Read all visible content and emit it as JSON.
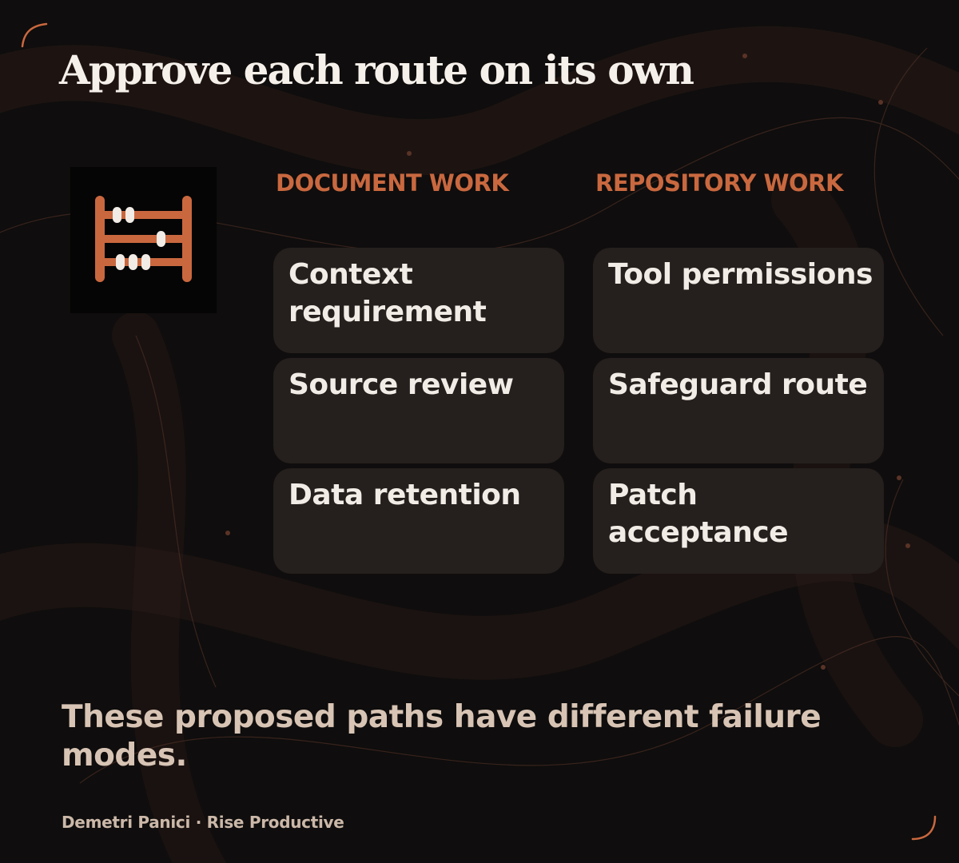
{
  "slide": {
    "title": "Approve each route on its own",
    "icon": "abacus-icon",
    "columns": [
      {
        "heading": "DOCUMENT WORK",
        "items": [
          "Context requirement",
          "Source review",
          "Data retention"
        ]
      },
      {
        "heading": "REPOSITORY WORK",
        "items": [
          "Tool permissions",
          "Safeguard route",
          "Patch acceptance"
        ]
      }
    ],
    "summary": "These proposed paths have different failure modes.",
    "footer": "Demetri Panici · Rise Productive"
  },
  "colors": {
    "background": "#0f0d0d",
    "accent": "#c9683f",
    "card": "#251f1d",
    "title_text": "#f6f0ea",
    "summary_text": "#d8c4b4"
  }
}
